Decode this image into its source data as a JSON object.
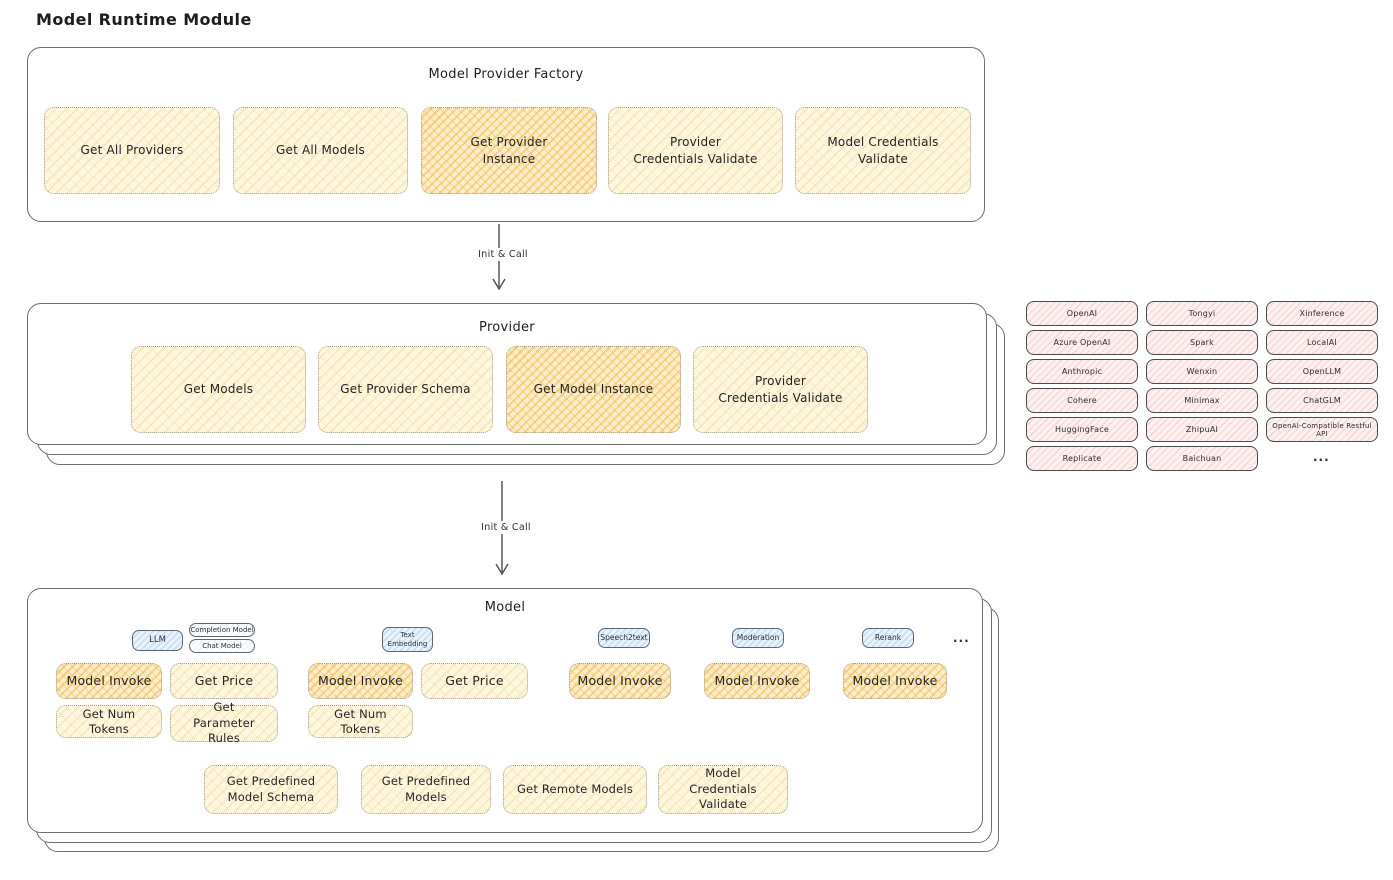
{
  "page_title": "Model Runtime Module",
  "colors": {
    "box_yellow": "#fdf7e0",
    "box_orange_highlight": "#f5c169",
    "chip_pink": "#fdf0f0",
    "tag_blue": "#e9f2fb",
    "frame_border": "#6d6d6d"
  },
  "arrows": [
    "Init & Call",
    "Init & Call"
  ],
  "factory": {
    "title": "Model Provider Factory",
    "boxes": [
      "Get All Providers",
      "Get All Models",
      "Get Provider Instance",
      "Provider Credentials Validate",
      "Model Credentials Validate"
    ]
  },
  "provider": {
    "title": "Provider",
    "boxes": [
      "Get Models",
      "Get Provider Schema",
      "Get Model Instance",
      "Provider Credentials Validate"
    ]
  },
  "providers_grid": {
    "col1": [
      "OpenAI",
      "Azure OpenAI",
      "Anthropic",
      "Cohere",
      "HuggingFace",
      "Replicate"
    ],
    "col2": [
      "Tongyi",
      "Spark",
      "Wenxin",
      "Minimax",
      "ZhipuAI",
      "Baichuan"
    ],
    "col3": [
      "Xinference",
      "LocalAI",
      "OpenLLM",
      "ChatGLM",
      "OpenAI-Compatible Restful API"
    ],
    "more": "..."
  },
  "model": {
    "title": "Model",
    "tags": [
      "LLM",
      "Completion Model",
      "Chat Model",
      "Text Embedding",
      "Speech2text",
      "Moderation",
      "Rerank"
    ],
    "tags_more": "...",
    "invoke": "Model Invoke",
    "get_price": "Get Price",
    "get_num_tokens": "Get Num Tokens",
    "get_parameter_rules": "Get Parameter Rules",
    "bottom_boxes": [
      "Get Predefined Model Schema",
      "Get Predefined Models",
      "Get Remote Models",
      "Model Credentials Validate"
    ]
  }
}
